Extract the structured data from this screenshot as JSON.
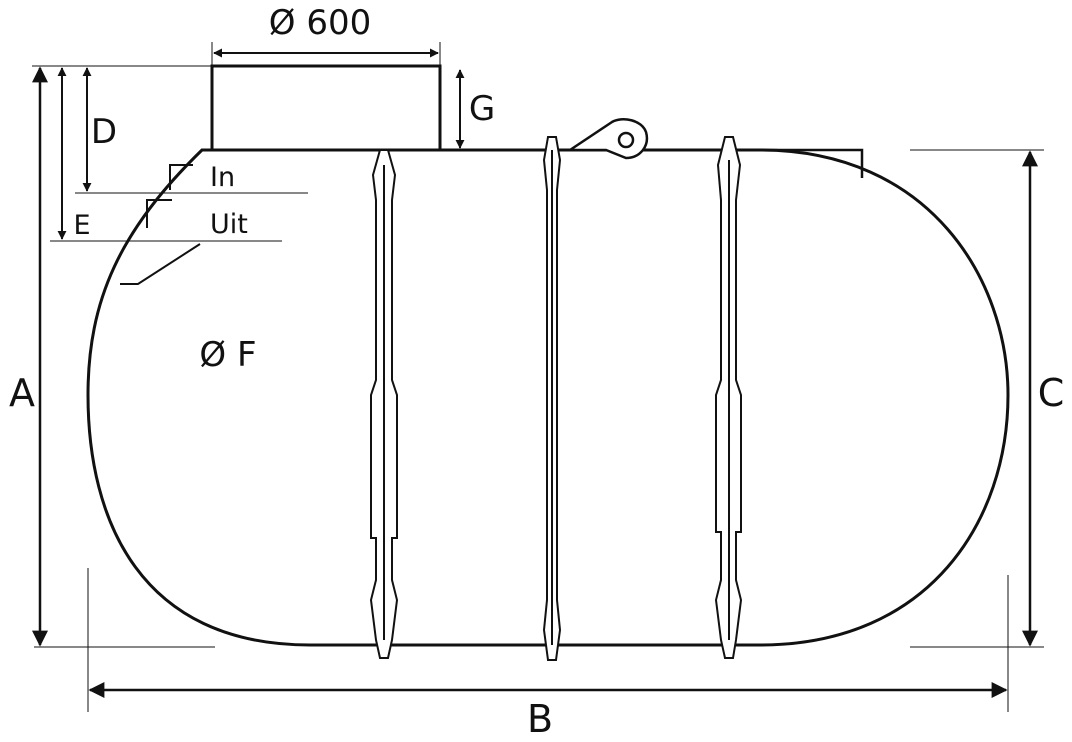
{
  "labels": {
    "manhole_diameter": "Ø 600",
    "dim_a": "A",
    "dim_b": "B",
    "dim_c": "C",
    "dim_d": "D",
    "dim_e": "E",
    "dim_g": "G",
    "inlet": "In",
    "outlet": "Uit",
    "tank_diameter": "Ø F"
  },
  "colors": {
    "line": "#111111",
    "background": "#ffffff"
  },
  "components": {
    "tank": "horizontal-cylindrical-tank",
    "manhole": "manhole-collar",
    "lifting_eye": "lifting-lug",
    "ribs": [
      "rib-left",
      "rib-middle",
      "rib-right"
    ]
  }
}
